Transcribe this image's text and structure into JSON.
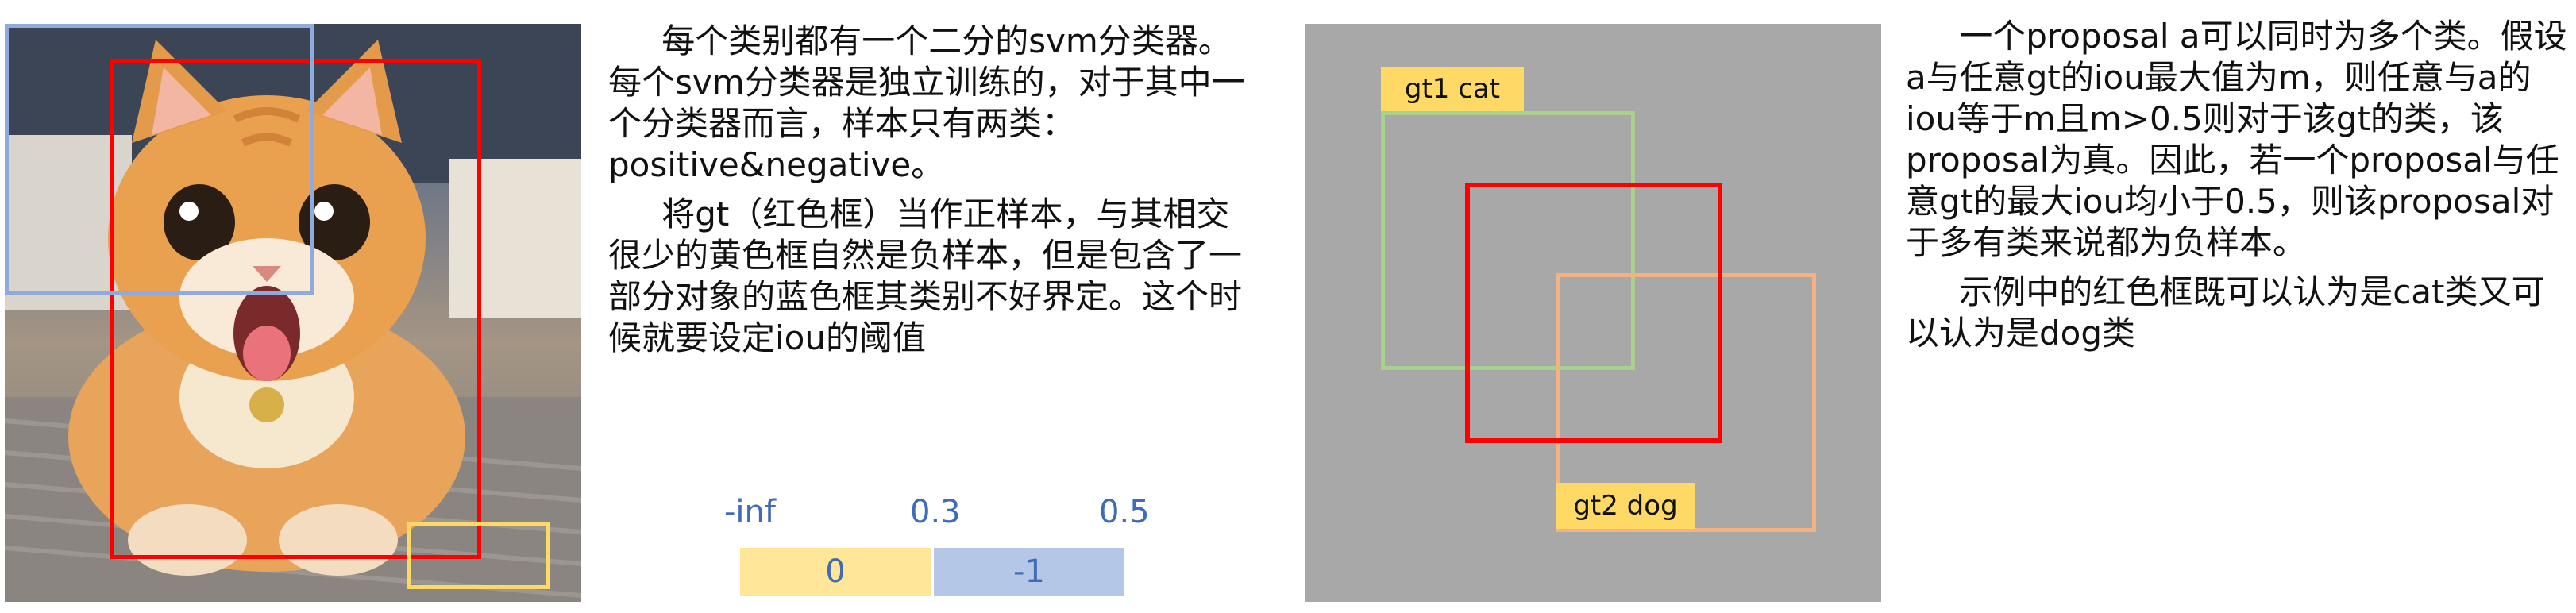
{
  "left_panel": {
    "paragraph1": "每个类别都有一个二分的svm分类器。每个svm分类器是独立训练的，对于其中一个分类器而言，样本只有两类：positive&negative。",
    "paragraph2": "将gt（红色框）当作正样本，与其相交很少的黄色框自然是负样本，但是包含了一部分对象的蓝色框其类别不好界定。这个时候就要设定iou的阈值"
  },
  "iou_scale": {
    "thresholds": [
      "-inf",
      "0.3",
      "0.5"
    ],
    "labels": [
      "0",
      "-1"
    ],
    "colors": {
      "negative": "#ffe699",
      "ignore": "#b4c7e7",
      "text": "#3f6cb7"
    }
  },
  "diagram": {
    "gt1_label": "gt1 cat",
    "gt2_label": "gt2 dog",
    "colors": {
      "gt1": "#a9d18e",
      "proposal": "#ff0000",
      "gt2": "#f4b183",
      "tag": "#ffd966",
      "background": "#a8a8a8"
    }
  },
  "right_panel": {
    "paragraph1": "一个proposal a可以同时为多个类。假设a与任意gt的iou最大值为m，则任意与a的iou等于m且m>0.5则对于该gt的类，该proposal为真。因此，若一个proposal与任意gt的最大iou均小于0.5，则该proposal对于多有类来说都为负样本。",
    "paragraph2": "示例中的红色框既可以认为是cat类又可以认为是dog类"
  },
  "photo_boxes": {
    "colors": {
      "gt": "#ff0000",
      "partial": "#8faadc",
      "negative": "#ffd966"
    }
  }
}
